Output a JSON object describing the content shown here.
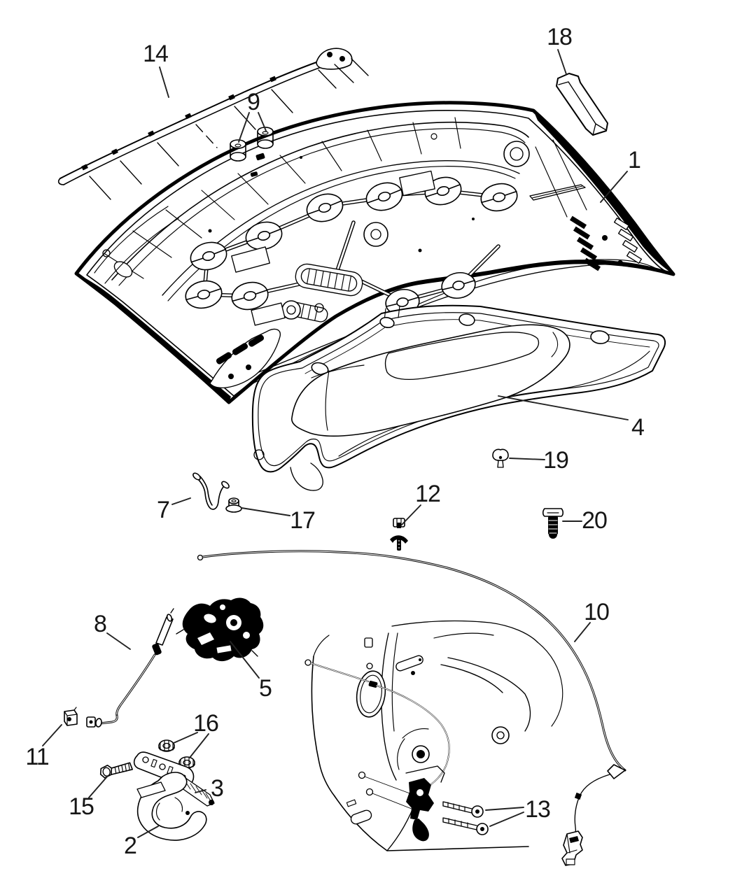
{
  "diagram": {
    "background_color": "#ffffff",
    "line_color": "#000000",
    "callouts": [
      {
        "label": "1"
      },
      {
        "label": "2"
      },
      {
        "label": "3"
      },
      {
        "label": "4"
      },
      {
        "label": "5"
      },
      {
        "label": "7"
      },
      {
        "label": "8"
      },
      {
        "label": "9"
      },
      {
        "label": "10"
      },
      {
        "label": "11"
      },
      {
        "label": "12"
      },
      {
        "label": "13"
      },
      {
        "label": "14"
      },
      {
        "label": "15"
      },
      {
        "label": "16"
      },
      {
        "label": "17"
      },
      {
        "label": "18"
      },
      {
        "label": "19"
      },
      {
        "label": "20"
      }
    ]
  }
}
